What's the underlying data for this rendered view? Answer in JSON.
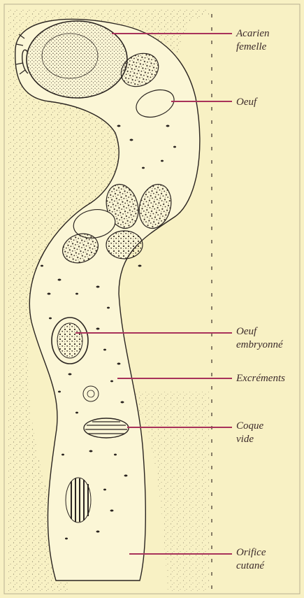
{
  "labels": {
    "acarien": [
      "Acarien",
      "femelle"
    ],
    "oeuf": [
      "Oeuf"
    ],
    "oeuf_embryonne": [
      "Oeuf",
      "embryonné"
    ],
    "excrements": [
      "Excréments"
    ],
    "coque_vide": [
      "Coque",
      "vide"
    ],
    "orifice": [
      "Orifice",
      "cutané"
    ]
  },
  "colors": {
    "background": "#f8f1c4",
    "leader": "#a8325a",
    "ink": "#2a2420"
  }
}
